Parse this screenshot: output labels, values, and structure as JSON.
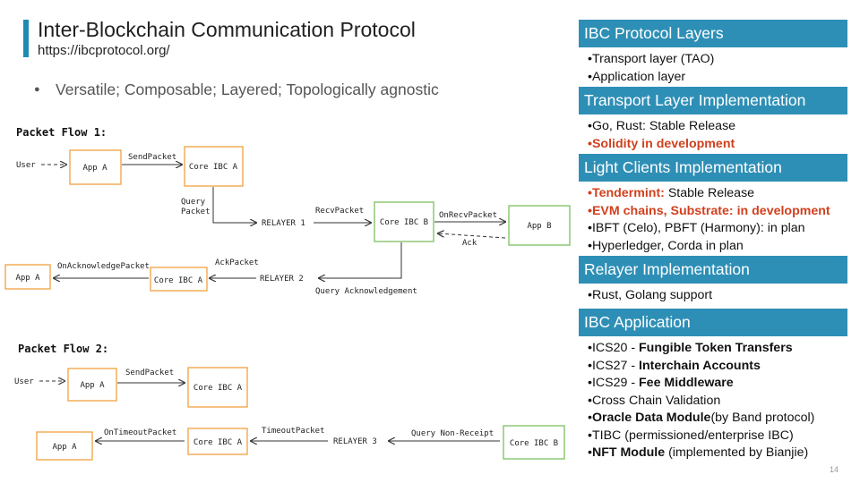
{
  "header": {
    "title": "Inter-Blockchain Communication Protocol",
    "subtitle": "https://ibcprotocol.org/",
    "bullet_text": "Versatile; Composable; Layered; Topologically agnostic"
  },
  "diagram": {
    "flow1": {
      "title": "Packet Flow 1:",
      "user": "User",
      "app_a": "App A",
      "send_packet": "SendPacket",
      "core_ibc_a": "Core IBC A",
      "query_packet_1": "Query",
      "query_packet_2": "Packet",
      "relayer1": "RELAYER 1",
      "recv_packet": "RecvPacket",
      "core_ibc_b": "Core IBC B",
      "on_recv_packet": "OnRecvPacket",
      "app_b": "App B",
      "ack": "Ack",
      "app_a_left": "App A",
      "on_ack_packet": "OnAcknowledgePacket",
      "core_ibc_a_2": "Core IBC A",
      "ack_packet": "AckPacket",
      "relayer2": "RELAYER 2",
      "query_ack": "Query Acknowledgement"
    },
    "flow2": {
      "title": "Packet Flow 2:",
      "user": "User",
      "app_a": "App A",
      "send_packet": "SendPacket",
      "core_ibc_a": "Core IBC A",
      "app_a_bottom": "App A",
      "on_timeout_packet": "OnTimeoutPacket",
      "core_ibc_a_bottom": "Core IBC A",
      "timeout_packet": "TimeoutPacket",
      "relayer3": "RELAYER 3",
      "query_non_receipt": "Query Non-Receipt",
      "core_ibc_b": "Core IBC B"
    }
  },
  "panels": [
    {
      "heading": "IBC Protocol Layers",
      "items": [
        {
          "text": "Transport layer (TAO)"
        },
        {
          "text": "Application layer"
        }
      ]
    },
    {
      "heading": "Transport  Layer Implementation",
      "items": [
        {
          "text": "Go, Rust: Stable Release"
        },
        {
          "text": "Solidity in development",
          "red": true
        }
      ]
    },
    {
      "heading": "Light Clients Implementation",
      "items": [
        {
          "lead": "Tendermint:",
          "rest": " Stable Release"
        },
        {
          "text": "EVM chains, Substrate: in development",
          "red": true
        },
        {
          "text": "IBFT (Celo), PBFT (Harmony): in plan"
        },
        {
          "text": "Hyperledger, Corda in plan"
        }
      ]
    },
    {
      "heading": "Relayer Implementation",
      "items": [
        {
          "text": "Rust, Golang support"
        }
      ]
    },
    {
      "heading": "IBC Application",
      "items": [
        {
          "plain": "ICS20 - ",
          "bold": "Fungible Token Transfers"
        },
        {
          "plain": "ICS27 - ",
          "bold": "Interchain Accounts"
        },
        {
          "plain": "ICS29 - ",
          "bold": "Fee Middleware"
        },
        {
          "text": "Cross Chain Validation"
        },
        {
          "bold": "Oracle Data Module",
          "plain": "(by Band protocol)",
          "boldFirst": true
        },
        {
          "text": "TIBC (permissioned/enterprise IBC)"
        },
        {
          "bold": "NFT Module",
          "plain": " (implemented by Bianjie)",
          "boldFirst": true
        }
      ]
    }
  ],
  "colors": {
    "accent": "#2e8fb6",
    "orange_box": "#f0a040",
    "green_box": "#7cbf60",
    "red_text": "#d0401e"
  },
  "page_number": "14"
}
